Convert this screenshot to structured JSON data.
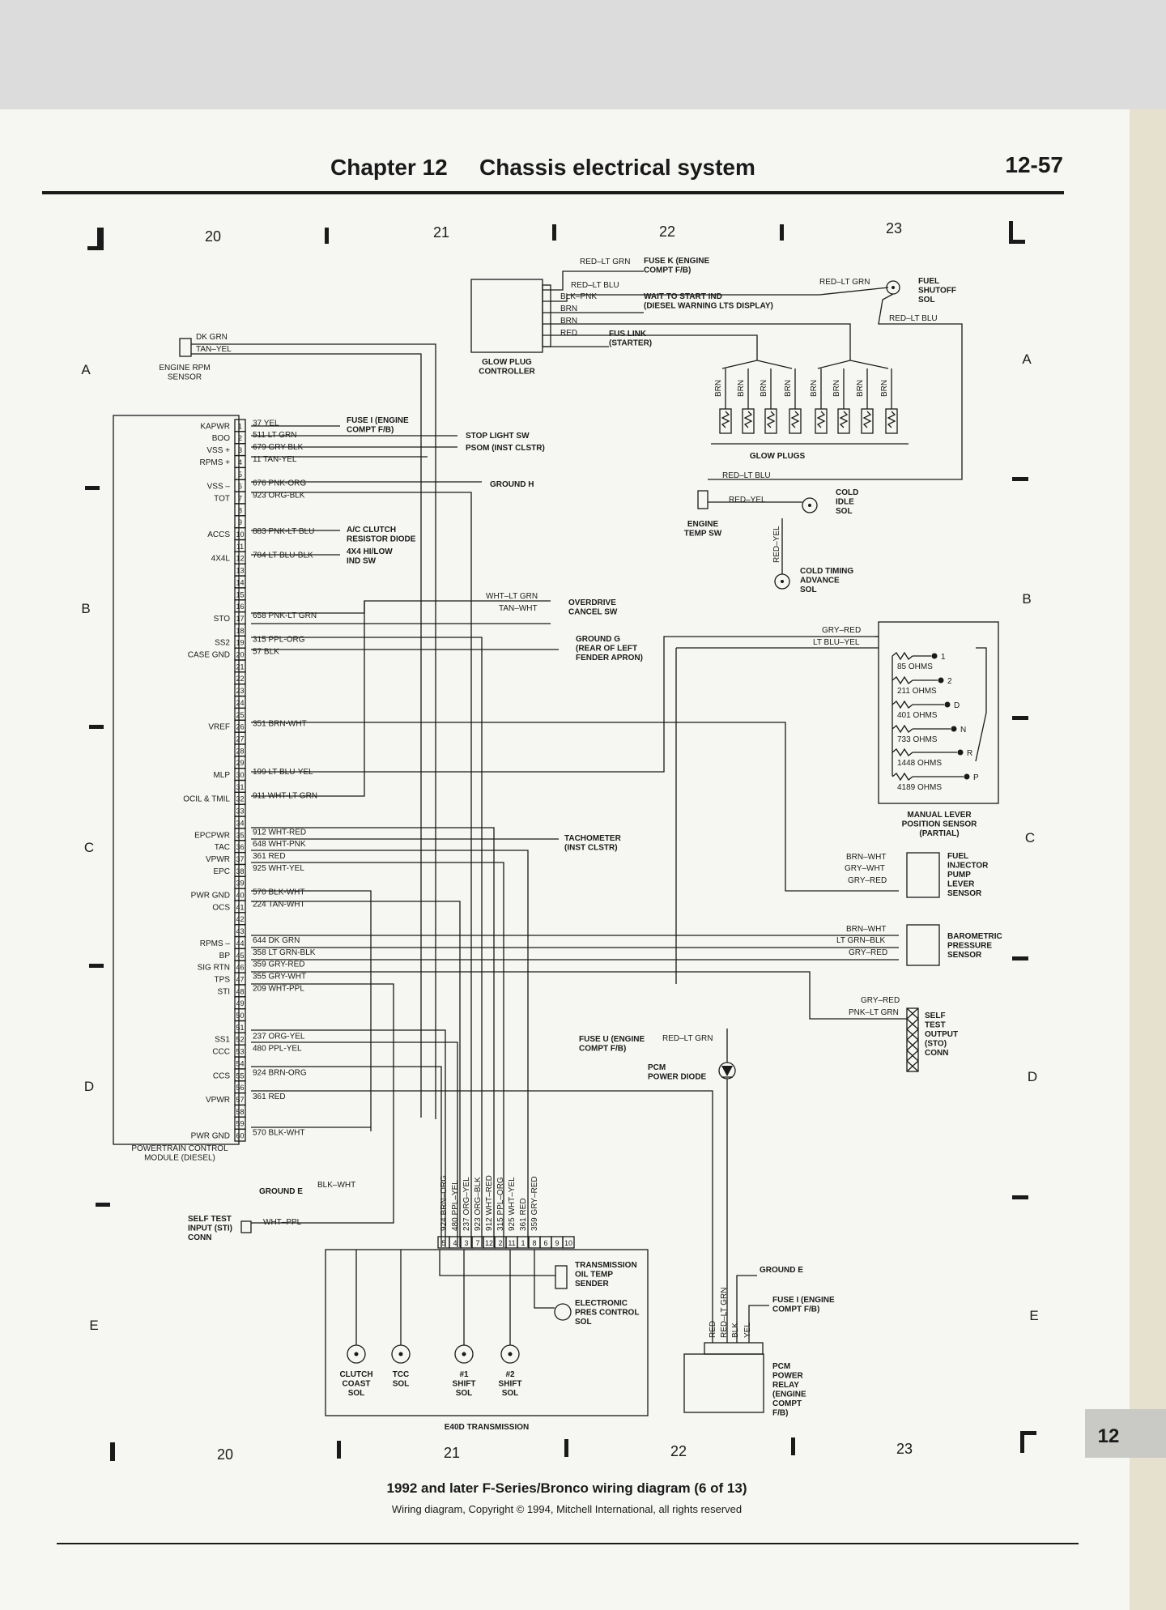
{
  "header": {
    "chapter": "Chapter 12",
    "title": "Chassis electrical system",
    "page_number": "12-57"
  },
  "grid": {
    "columns": [
      "20",
      "21",
      "22",
      "23"
    ],
    "rows": [
      "A",
      "B",
      "C",
      "D",
      "E"
    ]
  },
  "pcm": {
    "name": "POWERTRAIN CONTROL\nMODULE (DIESEL)",
    "pin_numbers": [
      "1",
      "2",
      "3",
      "4",
      "5",
      "6",
      "7",
      "8",
      "9",
      "10",
      "11",
      "12",
      "13",
      "14",
      "15",
      "16",
      "17",
      "18",
      "19",
      "20",
      "21",
      "22",
      "23",
      "24",
      "25",
      "26",
      "27",
      "28",
      "29",
      "30",
      "31",
      "32",
      "33",
      "34",
      "35",
      "36",
      "37",
      "38",
      "39",
      "40",
      "41",
      "42",
      "43",
      "44",
      "45",
      "46",
      "47",
      "48",
      "49",
      "50",
      "51",
      "52",
      "53",
      "54",
      "55",
      "56",
      "57",
      "58",
      "59",
      "60"
    ],
    "pins": [
      {
        "label": "KAPWR",
        "wire": "37 YEL"
      },
      {
        "label": "BOO",
        "wire": "511 LT GRN"
      },
      {
        "label": "VSS +",
        "wire": "679 GRY-BLK"
      },
      {
        "label": "RPMS +",
        "wire": "11 TAN-YEL"
      },
      {
        "label": "VSS –",
        "wire": "676 PNK-ORG"
      },
      {
        "label": "TOT",
        "wire": "923 ORG-BLK"
      },
      {
        "label": "ACCS",
        "wire": "883 PNK-LT BLU"
      },
      {
        "label": "4X4L",
        "wire": "784 LT BLU-BLK"
      },
      {
        "label": "STO",
        "wire": "658 PNK-LT GRN"
      },
      {
        "label": "SS2",
        "wire": "315 PPL-ORG"
      },
      {
        "label": "CASE GND",
        "wire": "57 BLK"
      },
      {
        "label": "VREF",
        "wire": "351 BRN-WHT"
      },
      {
        "label": "MLP",
        "wire": "199 LT BLU-YEL"
      },
      {
        "label": "OCIL & TMIL",
        "wire": "911 WHT-LT GRN"
      },
      {
        "label": "EPCPWR",
        "wire": "912 WHT-RED"
      },
      {
        "label": "TAC",
        "wire": "648 WHT-PNK"
      },
      {
        "label": "VPWR",
        "wire": "361 RED"
      },
      {
        "label": "EPC",
        "wire": "925 WHT-YEL"
      },
      {
        "label": "PWR GND",
        "wire": "570 BLK-WHT"
      },
      {
        "label": "OCS",
        "wire": "224 TAN-WHT"
      },
      {
        "label": "RPMS –",
        "wire": "644 DK GRN"
      },
      {
        "label": "BP",
        "wire": "358 LT GRN-BLK"
      },
      {
        "label": "SIG RTN",
        "wire": "359 GRY-RED"
      },
      {
        "label": "TPS",
        "wire": "355 GRY-WHT"
      },
      {
        "label": "STI",
        "wire": "209 WHT-PPL"
      },
      {
        "label": "SS1",
        "wire": "237 ORG-YEL"
      },
      {
        "label": "CCC",
        "wire": "480 PPL-YEL"
      },
      {
        "label": "CCS",
        "wire": "924 BRN-ORG"
      },
      {
        "label": "VPWR",
        "wire": "361 RED"
      },
      {
        "label": "PWR GND",
        "wire": "570 BLK-WHT"
      }
    ]
  },
  "engine_rpm_sensor": {
    "name": "ENGINE RPM\nSENSOR",
    "wires": [
      "DK GRN",
      "TAN–YEL"
    ]
  },
  "right_labels": [
    "FUSE I (ENGINE\nCOMPT F/B)",
    "STOP LIGHT SW",
    "PSOM (INST CLSTR)",
    "GROUND H",
    "A/C CLUTCH\nRESISTOR DIODE",
    "4X4 HI/LOW\nIND SW",
    "OVERDRIVE\nCANCEL SW",
    "GROUND G\n(REAR OF LEFT\nFENDER APRON)",
    "TACHOMETER\n(INST CLSTR)"
  ],
  "overdrive_wires": [
    "WHT–LT GRN",
    "TAN–WHT"
  ],
  "glow_plug_controller": {
    "name": "GLOW PLUG\nCONTROLLER",
    "wires": [
      "RED–LT GRN",
      "RED–LT BLU",
      "BLK–PNK",
      "BRN",
      "BRN",
      "RED"
    ],
    "destinations": [
      "FUSE K (ENGINE\nCOMPT F/B)",
      "WAIT TO START IND\n(DIESEL WARNING LTS DISPLAY)",
      "FUS LINK\n(STARTER)"
    ]
  },
  "glow_plugs": {
    "name": "GLOW PLUGS",
    "wire": "BRN",
    "count": 8
  },
  "fuel_shutoff": {
    "name": "FUEL\nSHUTOFF\nSOL",
    "wires": [
      "RED–LT GRN",
      "RED–LT BLU"
    ]
  },
  "engine_temp": {
    "switch": "ENGINE\nTEMP SW",
    "cold_idle": "COLD\nIDLE\nSOL",
    "cold_timing": "COLD TIMING\nADVANCE\nSOL",
    "wires": [
      "RED–LT BLU",
      "RED–YEL",
      "RED–YEL"
    ]
  },
  "mlp_sensor": {
    "name": "MANUAL LEVER\nPOSITION SENSOR\n(PARTIAL)",
    "wires": [
      "GRY–RED",
      "LT BLU–YEL"
    ],
    "resistors": [
      "85 OHMS",
      "211 OHMS",
      "401 OHMS",
      "733 OHMS",
      "1448 OHMS",
      "4189 OHMS"
    ],
    "positions": [
      "1",
      "2",
      "D",
      "N",
      "R",
      "P"
    ]
  },
  "fuel_injector_sensor": {
    "name": "FUEL\nINJECTOR\nPUMP\nLEVER\nSENSOR",
    "wires": [
      "BRN–WHT",
      "GRY–WHT",
      "GRY–RED"
    ]
  },
  "baro_sensor": {
    "name": "BAROMETRIC\nPRESSURE\nSENSOR",
    "wires": [
      "BRN–WHT",
      "LT GRN–BLK",
      "GRY–RED"
    ]
  },
  "self_test_output": {
    "name": "SELF\nTEST\nOUTPUT\n(STO)\nCONN",
    "wires": [
      "GRY–RED",
      "PNK–LT GRN"
    ]
  },
  "fuse_u": {
    "name": "FUSE U (ENGINE\nCOMPT F/B)",
    "wire": "RED–LT GRN"
  },
  "pcm_diode": "PCM\nPOWER DIODE",
  "ground_e": {
    "name": "GROUND E",
    "wire": "BLK–WHT"
  },
  "self_test_input": {
    "name": "SELF TEST\nINPUT (STI)\nCONN",
    "wire": "WHT–PPL"
  },
  "transmission": {
    "name": "E40D TRANSMISSION",
    "wires": [
      "924 BRN–ORG",
      "480 PPL–YEL",
      "237 ORG–YEL",
      "923 ORG–BLK",
      "912 WHT–RED",
      "315 PPL–ORG",
      "925 WHT–YEL",
      "361 RED",
      "359 GRY–RED"
    ],
    "pins": [
      "5",
      "4",
      "3",
      "7",
      "12",
      "2",
      "11",
      "1",
      "8",
      "6",
      "9",
      "10"
    ],
    "components": [
      "TRANSMISSION\nOIL TEMP\nSENDER",
      "ELECTRONIC\nPRES CONTROL\nSOL",
      "CLUTCH\nCOAST\nSOL",
      "TCC\nSOL",
      "#1\nSHIFT\nSOL",
      "#2\nSHIFT\nSOL"
    ]
  },
  "pcm_relay": {
    "name": "PCM\nPOWER\nRELAY\n(ENGINE\nCOMPT\nF/B)",
    "wires": [
      "RED",
      "RED–LT GRN",
      "BLK",
      "YEL"
    ],
    "ground": "GROUND E",
    "fuse": "FUSE I (ENGINE\nCOMPT F/B)"
  },
  "footer": {
    "title": "1992 and later F-Series/Bronco wiring diagram (6 of 13)",
    "copyright": "Wiring diagram, Copyright © 1994, Mitchell International, all rights reserved"
  },
  "tab": "12"
}
